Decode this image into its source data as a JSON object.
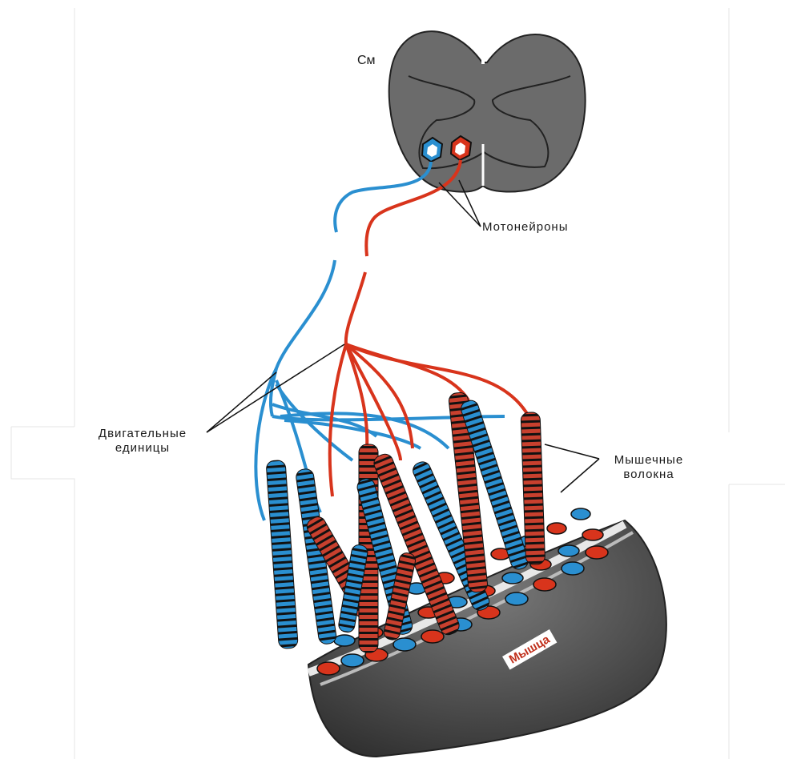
{
  "labels": {
    "spinal_cord": "См",
    "motoneurons": "Мотонейроны",
    "motor_units_line1": "Двигательные",
    "motor_units_line2": "единицы",
    "muscle_fibers_line1": "Мышечные",
    "muscle_fibers_line2": "волокна",
    "muscle": "Мышца"
  },
  "colors": {
    "blue_unit": "#2a8fd0",
    "red_unit": "#d8341c",
    "cord_gray": "#6a6a6a",
    "muscle_gray": "#4a4a4a"
  }
}
